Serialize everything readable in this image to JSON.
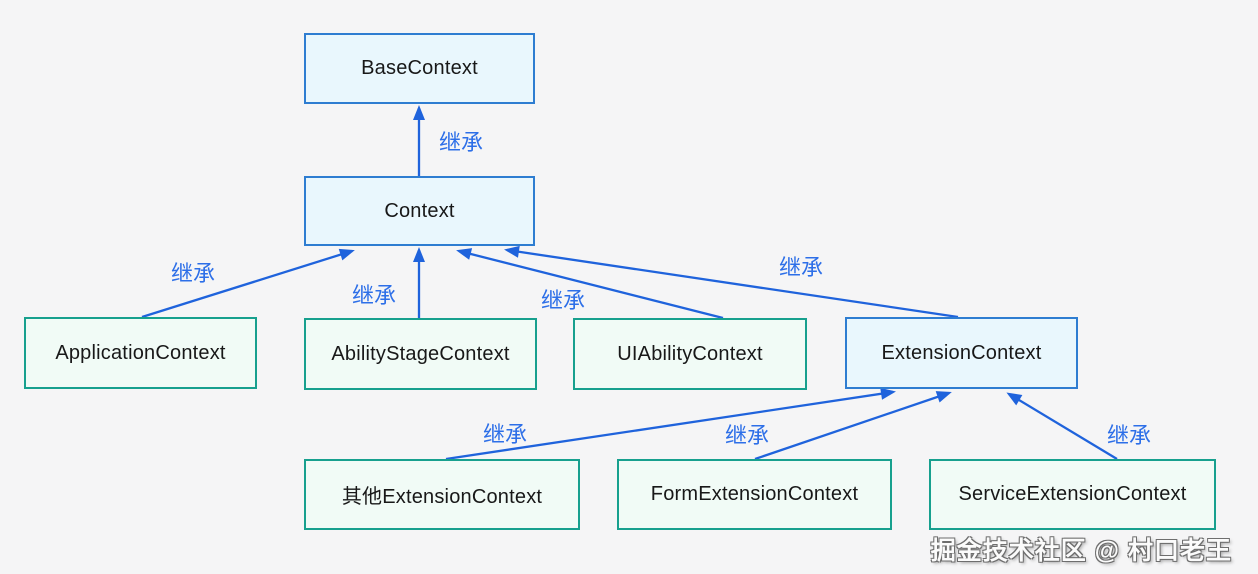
{
  "diagram": {
    "type": "class-inheritance-diagram",
    "watermark": {
      "text": "掘金技术社区 @ 村口老王"
    },
    "colors": {
      "background": "#f5f5f6",
      "blue_node_fill": "#e9f7fd",
      "blue_node_border": "#2e7dd1",
      "green_node_fill": "#f1fbf6",
      "green_node_border": "#17a08e",
      "arrow": "#1f63dc",
      "edge_label_text": "#2d6fe8",
      "node_text": "#181818"
    },
    "nodes": [
      {
        "id": "base-context",
        "label": "BaseContext",
        "style": "blue"
      },
      {
        "id": "context",
        "label": "Context",
        "style": "blue"
      },
      {
        "id": "application-context",
        "label": "ApplicationContext",
        "style": "green"
      },
      {
        "id": "ability-stage-context",
        "label": "AbilityStageContext",
        "style": "green"
      },
      {
        "id": "uiability-context",
        "label": "UIAbilityContext",
        "style": "green"
      },
      {
        "id": "extension-context",
        "label": "ExtensionContext",
        "style": "blue"
      },
      {
        "id": "other-extension-context",
        "label": "其他ExtensionContext",
        "style": "green"
      },
      {
        "id": "form-extension-context",
        "label": "FormExtensionContext",
        "style": "green"
      },
      {
        "id": "service-extension-context",
        "label": "ServiceExtensionContext",
        "style": "green"
      }
    ],
    "edges": [
      {
        "from": "context",
        "to": "base-context",
        "label": "继承"
      },
      {
        "from": "application-context",
        "to": "context",
        "label": "继承"
      },
      {
        "from": "ability-stage-context",
        "to": "context",
        "label": "继承"
      },
      {
        "from": "uiability-context",
        "to": "context",
        "label": "继承"
      },
      {
        "from": "extension-context",
        "to": "context",
        "label": "继承"
      },
      {
        "from": "other-extension-context",
        "to": "extension-context",
        "label": "继承"
      },
      {
        "from": "form-extension-context",
        "to": "extension-context",
        "label": "继承"
      },
      {
        "from": "service-extension-context",
        "to": "extension-context",
        "label": "继承"
      }
    ]
  }
}
